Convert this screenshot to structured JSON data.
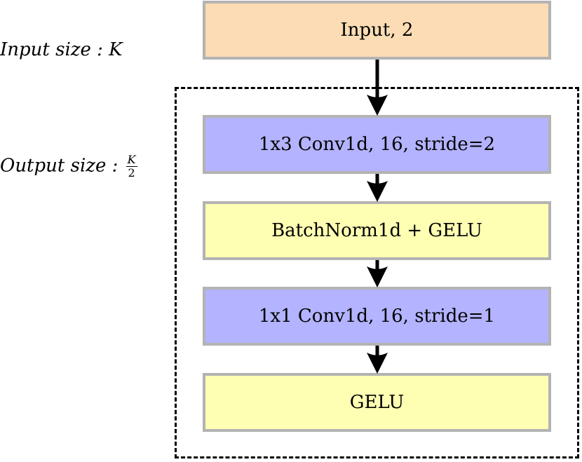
{
  "diagram": {
    "side_labels": {
      "input_size": "Input size : K",
      "output_size_prefix": "Output size :",
      "output_size_frac_num": "K",
      "output_size_frac_den": "2"
    },
    "nodes": [
      {
        "id": "input",
        "label": "Input, 2",
        "color": "#fbdcb4"
      },
      {
        "id": "conv1",
        "label": "1x3 Conv1d, 16, stride=2",
        "color": "#b3b3ff"
      },
      {
        "id": "bn",
        "label": "BatchNorm1d + GELU",
        "color": "#ffffb3"
      },
      {
        "id": "conv2",
        "label": "1x1 Conv1d, 16, stride=1",
        "color": "#b3b3ff"
      },
      {
        "id": "gelu",
        "label": "GELU",
        "color": "#ffffb3"
      }
    ],
    "edges": [
      {
        "from": "input",
        "to": "conv1"
      },
      {
        "from": "conv1",
        "to": "bn"
      },
      {
        "from": "bn",
        "to": "conv2"
      },
      {
        "from": "conv2",
        "to": "gelu"
      }
    ],
    "border_color": "#b3b3b3"
  }
}
